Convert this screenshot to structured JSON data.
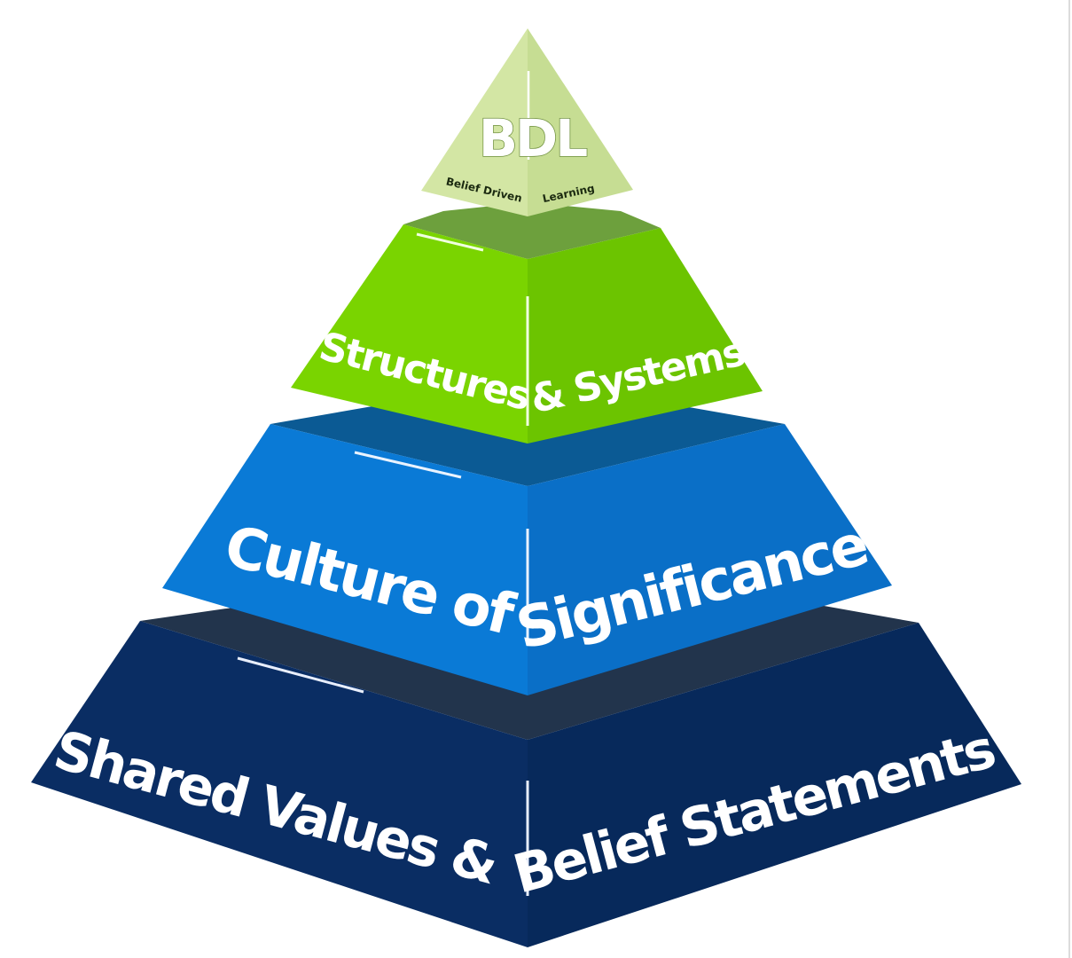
{
  "diagram": {
    "top": {
      "title": "BDL",
      "subtitle_left": "Belief Driven",
      "subtitle_right": "Learning",
      "colors": {
        "left": "#d3e6a4",
        "right": "#c6dd93",
        "base": "#6da03d"
      }
    },
    "tiers": [
      {
        "left_label": "Structures",
        "right_label": "& Systems",
        "colors": {
          "left": "#7ad400",
          "right": "#6cc400",
          "top": "#6da03d"
        }
      },
      {
        "left_label": "Culture of",
        "right_label": "Significance",
        "colors": {
          "left": "#0a7ad6",
          "right": "#0a6fc7",
          "top": "#0b5a94"
        }
      },
      {
        "left_label": "Shared Values &",
        "right_label": "Belief Statements",
        "colors": {
          "left": "#0a2d63",
          "right": "#07295b",
          "top": "#22344c"
        }
      }
    ]
  }
}
